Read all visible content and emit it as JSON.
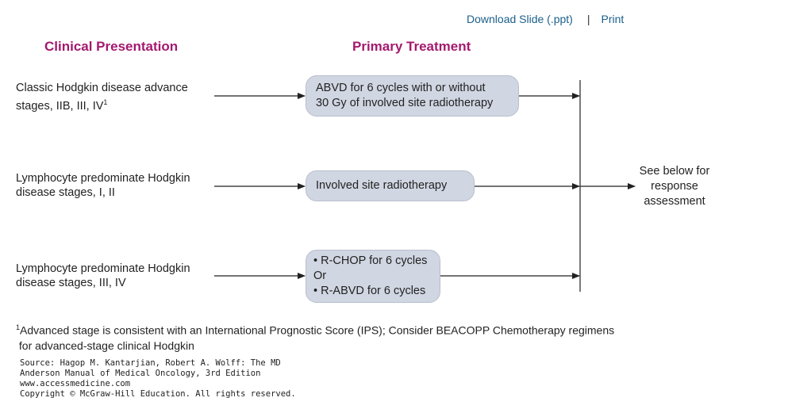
{
  "toplinks": {
    "download": "Download Slide (.ppt)",
    "separator": "|",
    "print": "Print"
  },
  "headings": {
    "clinical": "Clinical Presentation",
    "treatment": "Primary Treatment"
  },
  "rows": [
    {
      "label_line1": "Classic Hodgkin disease advance",
      "label_line2": "stages, IIB, III, IV",
      "label_sup": "1",
      "treatment_line1": "ABVD for 6 cycles with or without",
      "treatment_line2": "30 Gy of involved site radiotherapy"
    },
    {
      "label_line1": "Lymphocyte predominate Hodgkin",
      "label_line2": "disease stages, I, II",
      "treatment_line1": "Involved site radiotherapy"
    },
    {
      "label_line1": "Lymphocyte predominate Hodgkin",
      "label_line2": "disease stages, III, IV",
      "treatment_line1": "• R-CHOP for 6 cycles",
      "treatment_line2": "Or",
      "treatment_line3": "• R-ABVD for 6 cycles"
    }
  ],
  "outcome": {
    "line1": "See below for",
    "line2": "response",
    "line3": "assessment"
  },
  "footnote": {
    "sup": "1",
    "line1": "Advanced stage is consistent with  an International Prognostic Score (IPS);  Consider BEACOPP Chemotherapy regimens",
    "line2": " for advanced-stage clinical Hodgkin"
  },
  "source": {
    "line1": "Source: Hagop M. Kantarjian, Robert A. Wolff: The MD",
    "line2": "Anderson Manual of Medical Oncology, 3rd Edition",
    "line3": "www.accessmedicine.com",
    "line4": "Copyright © McGraw-Hill Education. All rights reserved."
  }
}
